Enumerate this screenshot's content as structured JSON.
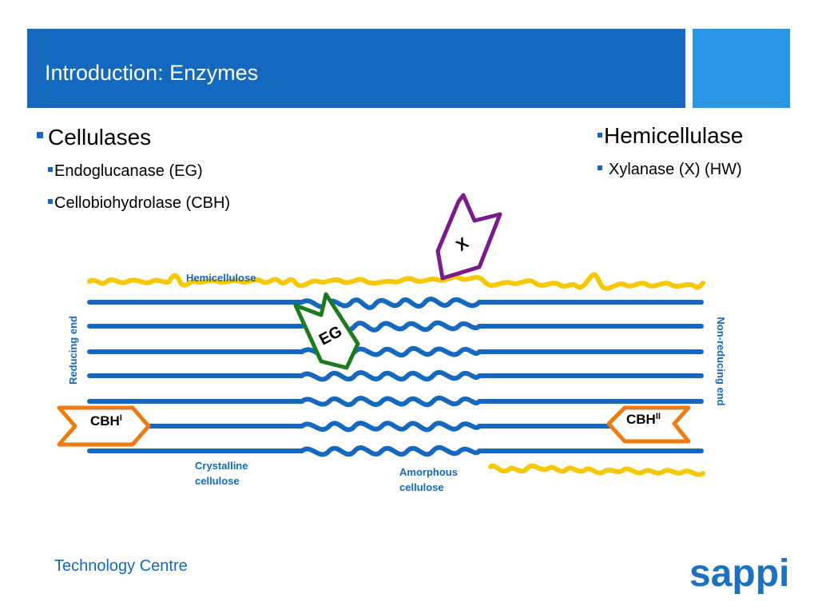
{
  "slide": {
    "title": "Introduction: Enzymes"
  },
  "left_bullets": {
    "heading": "Cellulases",
    "items": [
      "Endoglucanase (EG)",
      "Cellobiohydrolase (CBH)"
    ]
  },
  "right_bullets": {
    "heading": "Hemicellulase",
    "items": [
      "Xylanase (X) (HW)"
    ]
  },
  "diagram": {
    "hemicellulose_label": "Hemicellulose",
    "reducing_end_label": "Reducing end",
    "non_reducing_end_label": "Non-reducing end",
    "crystalline_label_line1": "Crystalline",
    "crystalline_label_line2": "cellulose",
    "amorphous_label_line1": "Amorphous",
    "amorphous_label_line2": "cellulose",
    "enzyme_x": "X",
    "enzyme_eg": "EG",
    "enzyme_cbh1": "CBH",
    "enzyme_cbh1_sup": "I",
    "enzyme_cbh2": "CBH",
    "enzyme_cbh2_sup": "II",
    "colors": {
      "fibre": "#1568c0",
      "hemicellulose": "#f5c800",
      "x_enzyme": "#7a1a8c",
      "eg_enzyme": "#1e7a1e",
      "cbh_enzyme": "#f07a10",
      "label": "#1568c0"
    }
  },
  "footer": {
    "label": "Technology Centre",
    "logo": "sappi"
  }
}
